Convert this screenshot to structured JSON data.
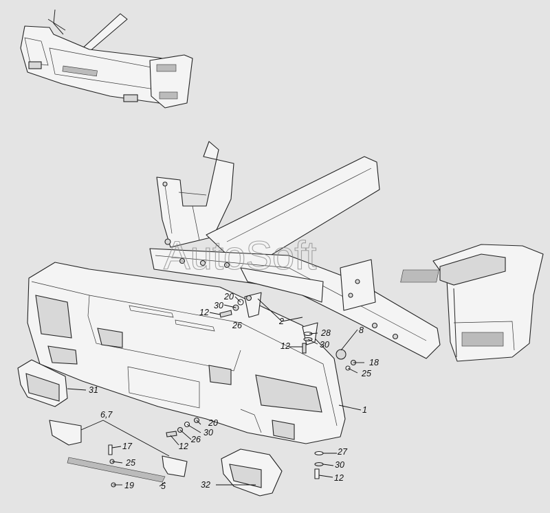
{
  "watermark": "AutoSoft",
  "callouts": [
    {
      "id": "c1",
      "text": "1"
    },
    {
      "id": "c2",
      "text": "2"
    },
    {
      "id": "c5",
      "text": "5"
    },
    {
      "id": "c67",
      "text": "6,7"
    },
    {
      "id": "c8",
      "text": "8"
    },
    {
      "id": "c12a",
      "text": "12"
    },
    {
      "id": "c12b",
      "text": "12"
    },
    {
      "id": "c12c",
      "text": "12"
    },
    {
      "id": "c12d",
      "text": "12"
    },
    {
      "id": "c17",
      "text": "17"
    },
    {
      "id": "c18",
      "text": "18"
    },
    {
      "id": "c19",
      "text": "19"
    },
    {
      "id": "c20a",
      "text": "20"
    },
    {
      "id": "c20b",
      "text": "20"
    },
    {
      "id": "c25a",
      "text": "25"
    },
    {
      "id": "c25b",
      "text": "25"
    },
    {
      "id": "c26a",
      "text": "26"
    },
    {
      "id": "c26b",
      "text": "26"
    },
    {
      "id": "c27",
      "text": "27"
    },
    {
      "id": "c28",
      "text": "28"
    },
    {
      "id": "c30a",
      "text": "30"
    },
    {
      "id": "c30b",
      "text": "30"
    },
    {
      "id": "c30c",
      "text": "30"
    },
    {
      "id": "c30d",
      "text": "30"
    },
    {
      "id": "c31",
      "text": "31"
    },
    {
      "id": "c32",
      "text": "32"
    }
  ]
}
